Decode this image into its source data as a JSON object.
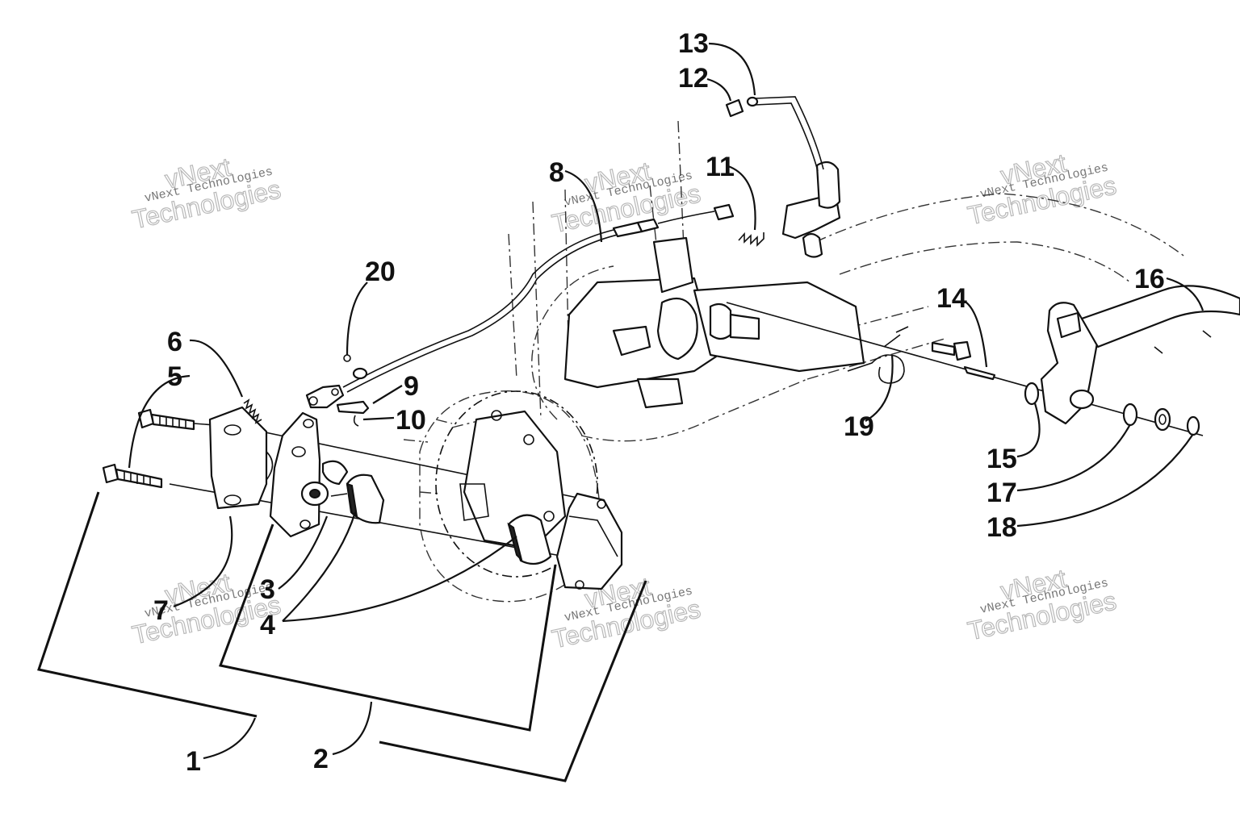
{
  "watermark": {
    "line1": "vNext Technologies",
    "line2": "vNext",
    "line3": "Technologies"
  },
  "callouts": [
    {
      "id": "1",
      "label": "1"
    },
    {
      "id": "2",
      "label": "2"
    },
    {
      "id": "3",
      "label": "3"
    },
    {
      "id": "4",
      "label": "4"
    },
    {
      "id": "5",
      "label": "5"
    },
    {
      "id": "6",
      "label": "6"
    },
    {
      "id": "7",
      "label": "7"
    },
    {
      "id": "8",
      "label": "8"
    },
    {
      "id": "9",
      "label": "9"
    },
    {
      "id": "10",
      "label": "10"
    },
    {
      "id": "11",
      "label": "11"
    },
    {
      "id": "12",
      "label": "12"
    },
    {
      "id": "13",
      "label": "13"
    },
    {
      "id": "14",
      "label": "14"
    },
    {
      "id": "15",
      "label": "15"
    },
    {
      "id": "16",
      "label": "16"
    },
    {
      "id": "17",
      "label": "17"
    },
    {
      "id": "18",
      "label": "18"
    },
    {
      "id": "19",
      "label": "19"
    },
    {
      "id": "20",
      "label": "20"
    }
  ]
}
